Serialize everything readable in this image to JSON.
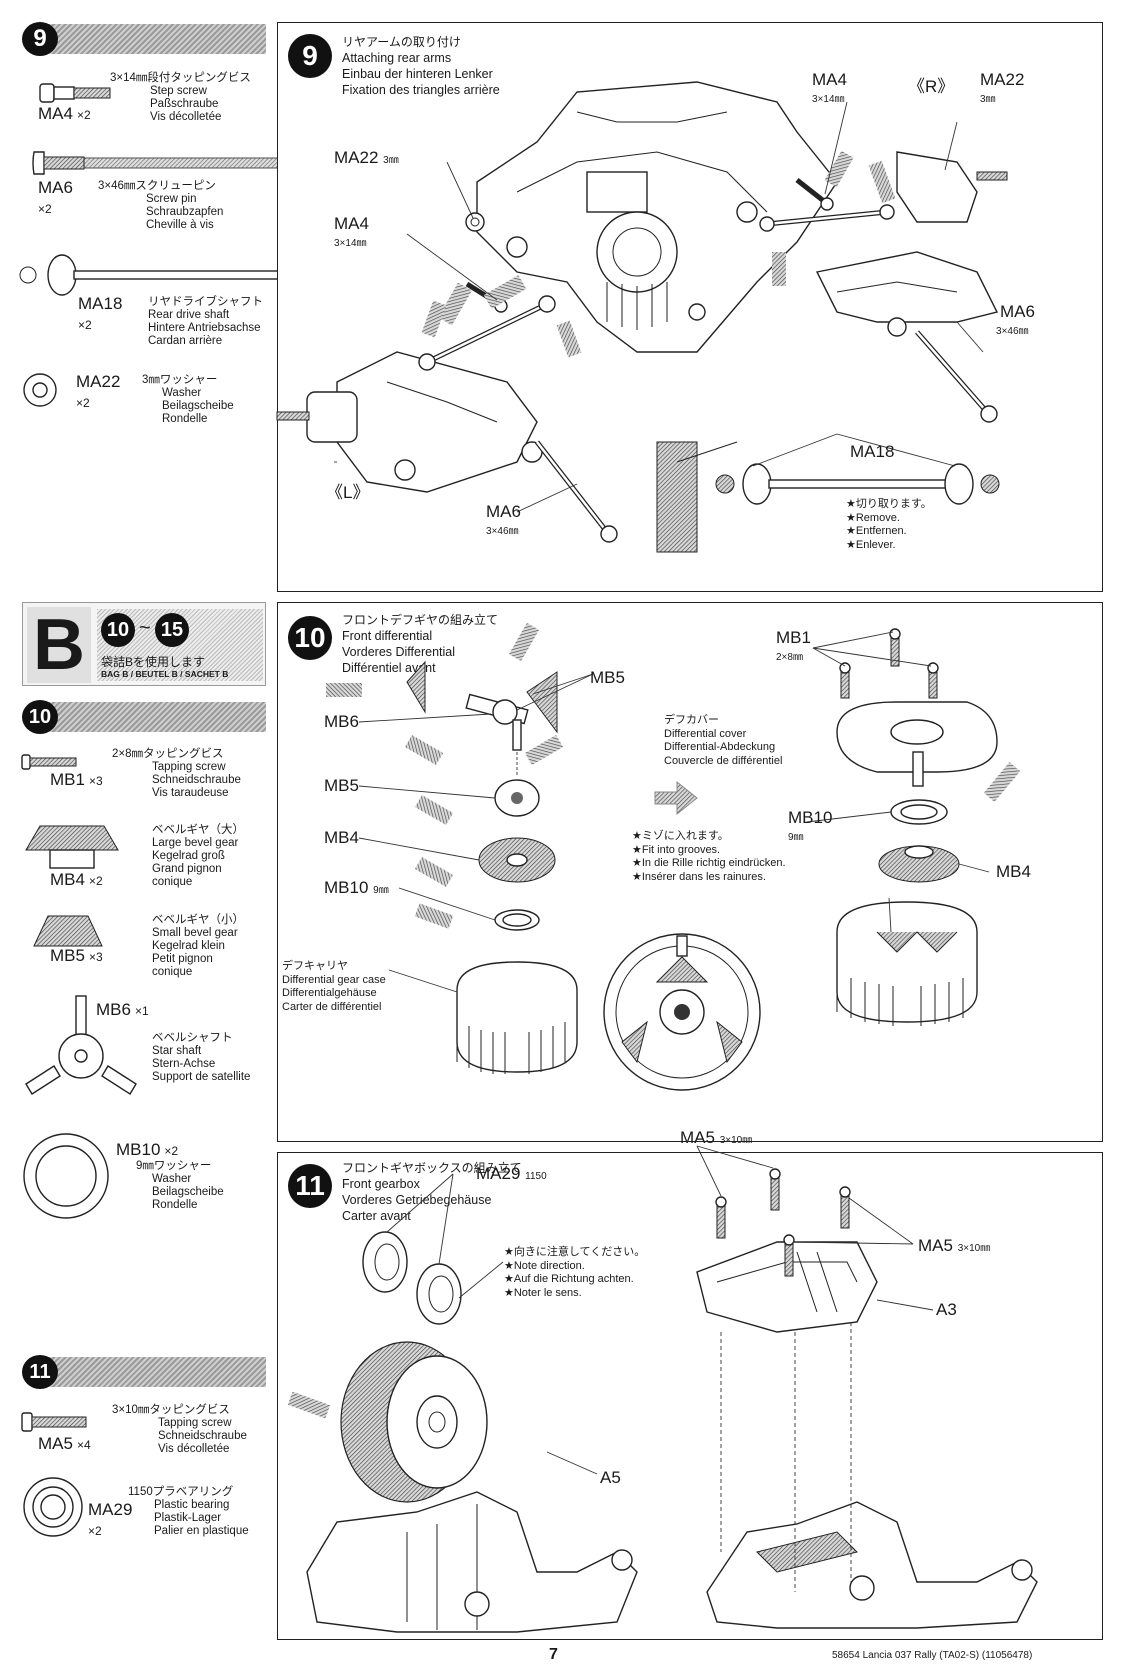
{
  "footer": {
    "page_number": "7",
    "product": "58654  Lancia 037 Rally (TA02-S) (11056478)"
  },
  "left": {
    "step9": {
      "num": "9",
      "parts": [
        {
          "code": "MA4",
          "qty": "×2",
          "desc": [
            "3×14㎜段付タッピングビス",
            "Step screw",
            "Paßschraube",
            "Vis décolletée"
          ]
        },
        {
          "code": "MA6",
          "qty": "×2",
          "desc": [
            "3×46㎜スクリューピン",
            "Screw pin",
            "Schraubzapfen",
            "Cheville à vis"
          ]
        },
        {
          "code": "MA18",
          "qty": "×2",
          "desc": [
            "リヤドライブシャフト",
            "Rear drive shaft",
            "Hintere Antriebsachse",
            "Cardan arrière"
          ]
        },
        {
          "code": "MA22",
          "qty": "×2",
          "desc": [
            "3㎜ワッシャー",
            "Washer",
            "Beilagscheibe",
            "Rondelle"
          ]
        }
      ]
    },
    "bag": {
      "letter": "B",
      "range_from": "10",
      "range_to": "15",
      "jp": "袋詰Bを使用します",
      "label": "BAG B / BEUTEL B / SACHET B"
    },
    "step10": {
      "num": "10",
      "parts": [
        {
          "code": "MB1",
          "qty": "×3",
          "desc": [
            "2×8㎜タッピングビス",
            "Tapping screw",
            "Schneidschraube",
            "Vis taraudeuse"
          ]
        },
        {
          "code": "MB4",
          "qty": "×2",
          "desc": [
            "ベベルギヤ（大）",
            "Large bevel gear",
            "Kegelrad groß",
            "Grand pignon",
            "conique"
          ]
        },
        {
          "code": "MB5",
          "qty": "×3",
          "desc": [
            "ベベルギヤ（小）",
            "Small bevel gear",
            "Kegelrad klein",
            "Petit pignon",
            "conique"
          ]
        },
        {
          "code": "MB6",
          "qty": "×1",
          "desc": [
            "ベベルシャフト",
            "Star shaft",
            "Stern-Achse",
            "Support de satellite"
          ]
        },
        {
          "code": "MB10",
          "qty": "×2",
          "desc": [
            "9㎜ワッシャー",
            "Washer",
            "Beilagscheibe",
            "Rondelle"
          ]
        }
      ]
    },
    "step11": {
      "num": "11",
      "parts": [
        {
          "code": "MA5",
          "qty": "×4",
          "desc": [
            "3×10㎜タッピングビス",
            "Tapping screw",
            "Schneidschraube",
            "Vis décolletée"
          ]
        },
        {
          "code": "MA29",
          "qty": "×2",
          "desc": [
            "1150プラベアリング",
            "Plastic bearing",
            "Plastik-Lager",
            "Palier en plastique"
          ]
        }
      ]
    }
  },
  "panel9": {
    "num": "9",
    "title": [
      "リヤアームの取り付け",
      "Attaching rear arms",
      "Einbau der hinteren Lenker",
      "Fixation des triangles arrière"
    ],
    "labels": {
      "ma4_right": "MA4",
      "ma4_right_size": "3×14㎜",
      "r_side": "《R》",
      "ma22_right": "MA22",
      "ma22_right_size": "3㎜",
      "ma22_left": "MA22",
      "ma22_left_size": "3㎜",
      "ma4_left": "MA4",
      "ma4_left_size": "3×14㎜",
      "ma6_right": "MA6",
      "ma6_right_size": "3×46㎜",
      "ma18": "MA18",
      "l_side": "《L》",
      "ma6_left": "MA6",
      "ma6_left_size": "3×46㎜"
    },
    "remove_note": [
      "★切り取ります。",
      "★Remove.",
      "★Entfernen.",
      "★Enlever."
    ]
  },
  "panel10": {
    "num": "10",
    "title": [
      "フロントデフギヤの組み立て",
      "Front differential",
      "Vorderes Differential",
      "Différentiel avant"
    ],
    "labels": {
      "mb5_top": "MB5",
      "mb6": "MB6",
      "mb5": "MB5",
      "mb4": "MB4",
      "mb10": "MB10",
      "mb10_size": "9㎜",
      "mb1": "MB1",
      "mb1_size": "2×8㎜",
      "mb10_right": "MB10",
      "mb10_right_size": "9㎜",
      "mb4_right": "MB4"
    },
    "case_label": [
      "デフキャリヤ",
      "Differential gear case",
      "Differentialgehäuse",
      "Carter de différentiel"
    ],
    "cover_label": [
      "デフカバー",
      "Differential cover",
      "Differential-Abdeckung",
      "Couvercle de différentiel"
    ],
    "groove_note": [
      "★ミゾに入れます。",
      "★Fit into grooves.",
      "★In die Rille richtig eindrücken.",
      "★Insérer dans les rainures."
    ]
  },
  "panel11": {
    "num": "11",
    "title": [
      "フロントギヤボックスの組み立て",
      "Front gearbox",
      "Vorderes Getriebegehäuse",
      "Carter avant"
    ],
    "labels": {
      "ma29": "MA29",
      "ma29_size": "1150",
      "ma5_top": "MA5",
      "ma5_top_size": "3×10㎜",
      "ma5_right": "MA5",
      "ma5_right_size": "3×10㎜",
      "a3": "A3",
      "a5": "A5"
    },
    "direction_note": [
      "★向きに注意してください。",
      "★Note direction.",
      "★Auf die Richtung achten.",
      "★Noter le sens."
    ]
  }
}
